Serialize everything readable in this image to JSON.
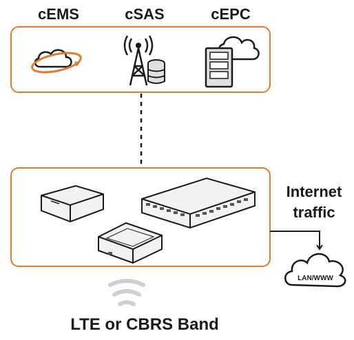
{
  "top_labels": {
    "cems": "cEMS",
    "csas": "cSAS",
    "cepc": "cEPC"
  },
  "internet": {
    "line1": "Internet",
    "line2": "traffic"
  },
  "cloud_label": "LAN/WWW",
  "bottom_label": "LTE or CBRS Band",
  "colors": {
    "accent": "#e07a2e",
    "stroke": "#1a1a1a",
    "device_fill": "#f2f2f2",
    "signal": "#cfcfcf"
  },
  "icons": {
    "cems": "orbit-cloud-icon",
    "csas": "tower-database-icon",
    "cepc": "server-cloud-icon",
    "internet": "cloud-icon",
    "wireless": "wireless-signal-icon"
  }
}
